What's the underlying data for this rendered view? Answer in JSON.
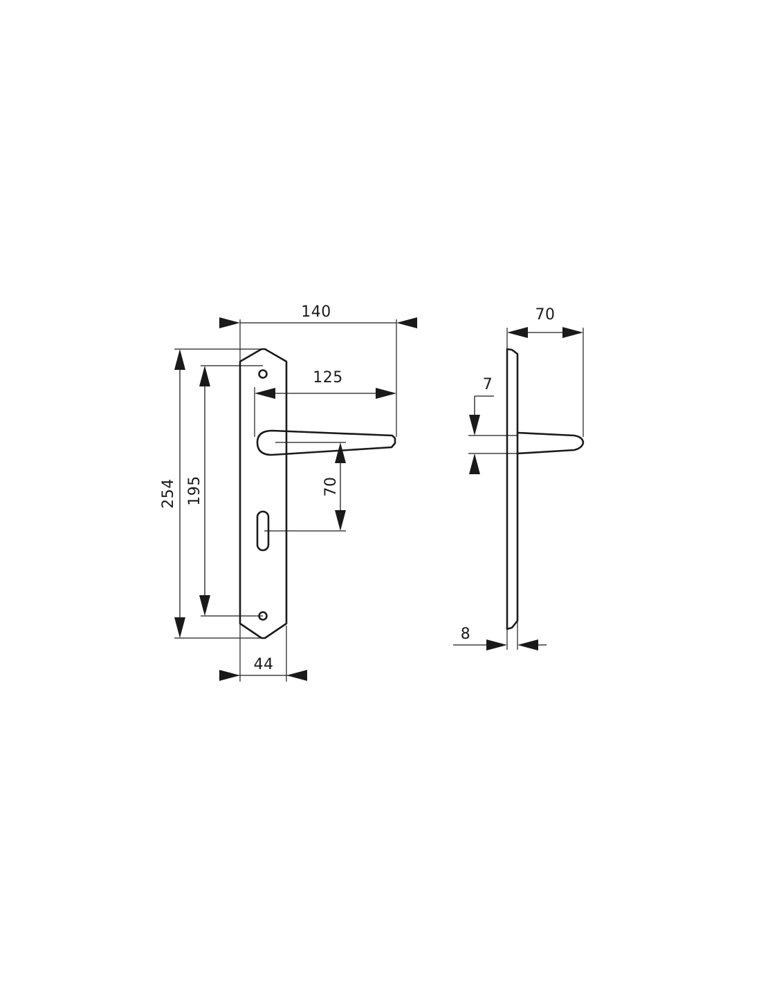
{
  "front_view": {
    "overall_height": "254",
    "hole_spacing": "195",
    "overall_projection": "140",
    "lever_length": "125",
    "lever_to_keyhole": "70",
    "plate_width": "44"
  },
  "side_view": {
    "projection": "70",
    "lever_thickness": "7",
    "plate_thickness": "8"
  },
  "colors": {
    "line": "#1a1a1a",
    "background": "#ffffff"
  }
}
